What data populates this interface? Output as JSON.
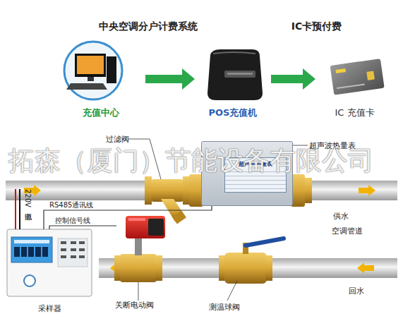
{
  "diagram": {
    "title": "中央空调分户计费系统 IC卡预付费",
    "nodes": [
      {
        "text": [
          "充值中心"
        ]
      },
      {
        "text": [
          "POS充值机"
        ]
      },
      {
        "text": [
          "IC 充值卡"
        ]
      },
      {
        "text": [
          "超声波热量表"
        ]
      },
      {
        "text": [
          "关断电动阀"
        ]
      },
      {
        "text": [
          "采样器"
        ]
      }
    ],
    "edges": [
      {
        "from": 0,
        "to": 1,
        "arrow": "to"
      },
      {
        "from": 1,
        "to": 2,
        "arrow": "to"
      },
      {
        "from": 5,
        "to": 3,
        "label": "RS485通讯线",
        "arrow": "none"
      },
      {
        "from": 5,
        "to": 4,
        "label": "控制信号线",
        "arrow": "none"
      }
    ],
    "labels": [
      "拓森（厦门）节能设备有限公司",
      "过滤阀",
      "超声波热量表",
      "供水",
      "空调管道",
      "测温球阀",
      "回水",
      "220V电源"
    ]
  }
}
